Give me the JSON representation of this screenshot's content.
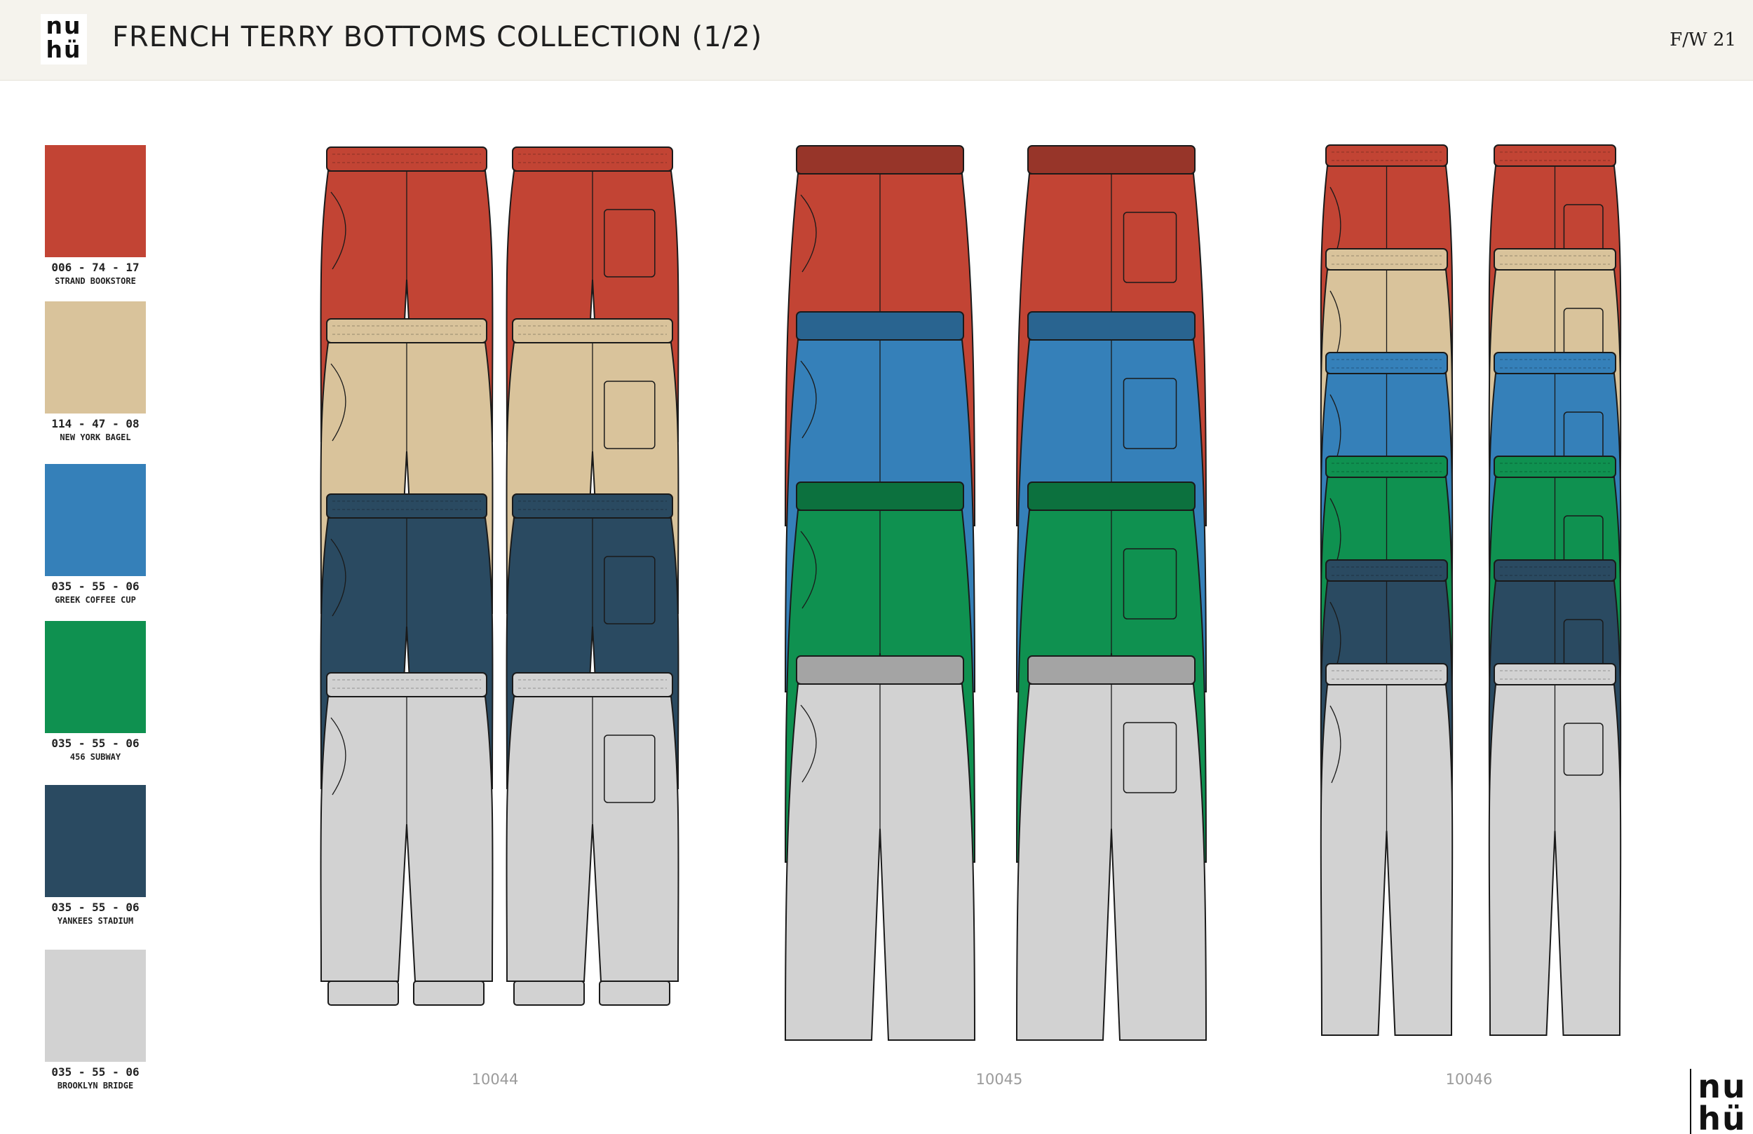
{
  "header": {
    "logo": "nu\nhü",
    "title": "FRENCH TERRY BOTTOMS COLLECTION (1/2)",
    "season": "F/W 21"
  },
  "swatches": [
    {
      "code": "006 - 74 - 17",
      "name": "STRAND BOOKSTORE",
      "color": "#c24434"
    },
    {
      "code": "114 - 47 - 08",
      "name": "NEW YORK BAGEL",
      "color": "#d9c39b"
    },
    {
      "code": "035 - 55 - 06",
      "name": "GREEK COFFEE CUP",
      "color": "#3580b9"
    },
    {
      "code": "035 - 55 - 06",
      "name": "456 SUBWAY",
      "color": "#0f9150"
    },
    {
      "code": "035 - 55 - 06",
      "name": "YANKEES STADIUM",
      "color": "#2a4a61"
    },
    {
      "code": "035 - 55 - 06",
      "name": "BROOKLYN BRIDGE",
      "color": "#d2d2d2"
    }
  ],
  "styles": [
    {
      "number": "10044",
      "colors": [
        "#c24434",
        "#d9c39b",
        "#2a4a61",
        "#d2d2d2"
      ]
    },
    {
      "number": "10045",
      "colors": [
        "#c24434",
        "#3580b9",
        "#0f9150",
        "#d2d2d2"
      ]
    },
    {
      "number": "10046",
      "colors": [
        "#c24434",
        "#d9c39b",
        "#3580b9",
        "#0f9150",
        "#2a4a61",
        "#d2d2d2"
      ]
    }
  ],
  "footer": {
    "logo": "nu\nhü"
  }
}
